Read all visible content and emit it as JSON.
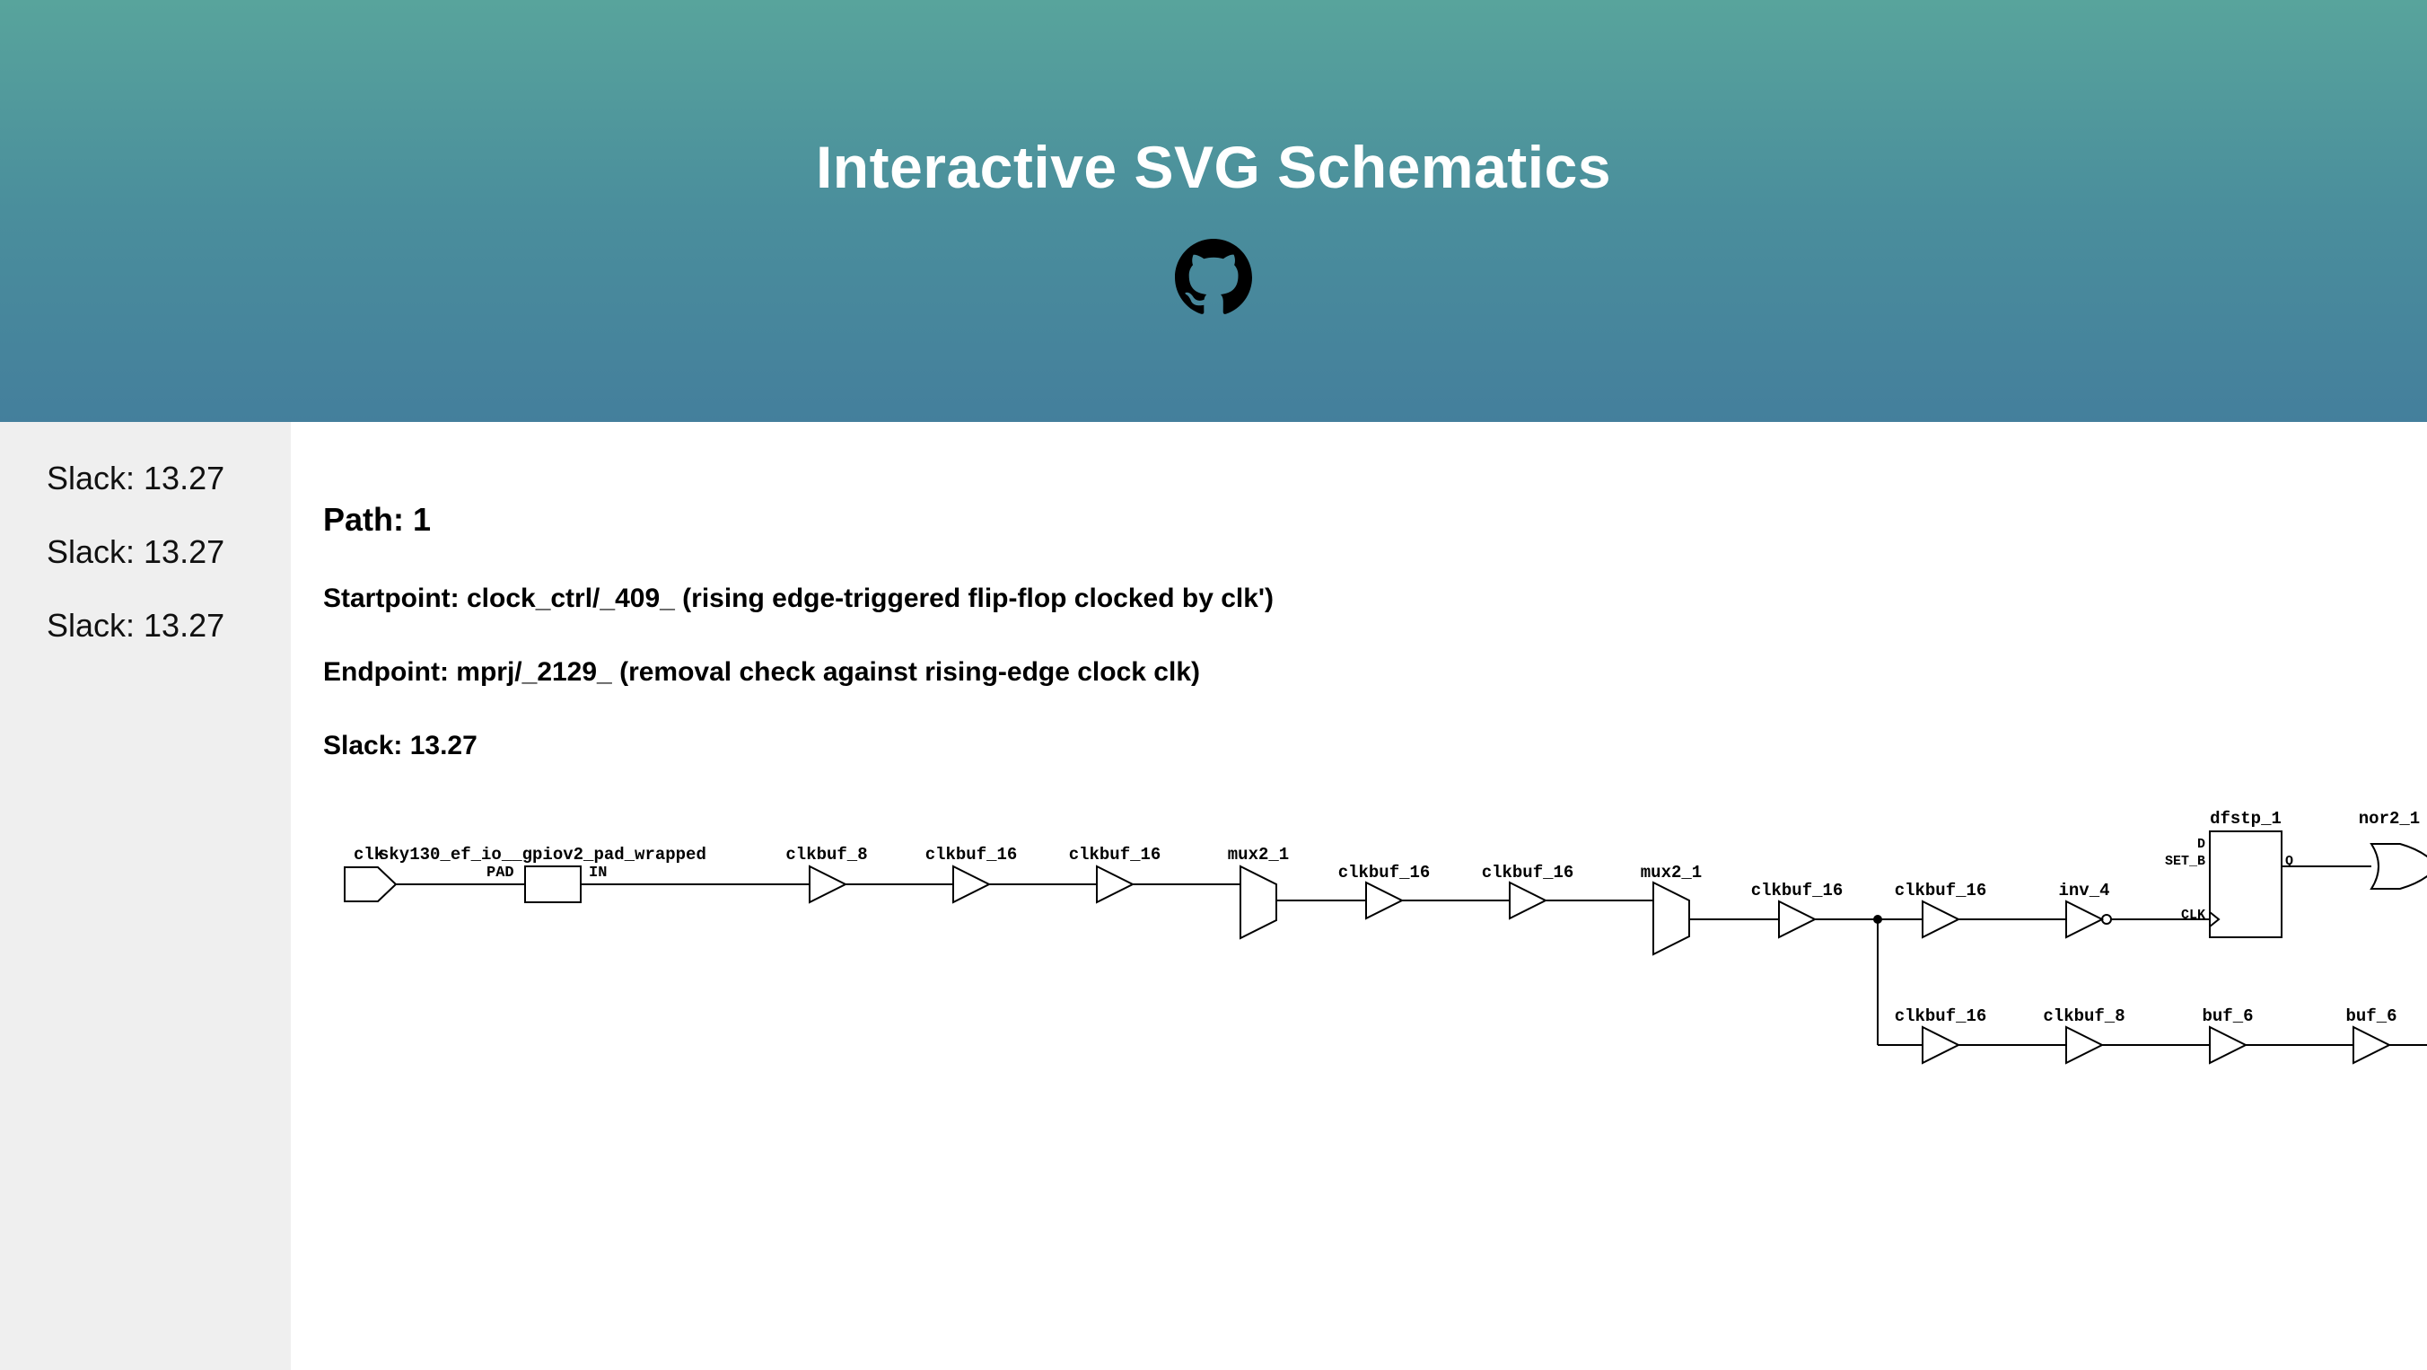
{
  "header": {
    "title": "Interactive SVG Schematics",
    "github_icon": "github-icon"
  },
  "sidebar": {
    "items": [
      {
        "label": "Slack: 13.27"
      },
      {
        "label": "Slack: 13.27"
      },
      {
        "label": "Slack: 13.27"
      }
    ]
  },
  "path": {
    "title": "Path: 1",
    "startpoint": "Startpoint: clock_ctrl/_409_ (rising edge-triggered flip-flop clocked by clk')",
    "endpoint": "Endpoint: mprj/_2129_ (removal check against rising-edge clock clk)",
    "slack": "Slack: 13.27"
  },
  "schematic": {
    "input_port": "clk",
    "pad_cell": "sky130_ef_io__gpiov2_pad_wrapped",
    "pad_pin": "PAD",
    "in_pin": "IN",
    "top_row": [
      "clkbuf_8",
      "clkbuf_16",
      "clkbuf_16",
      "mux2_1",
      "clkbuf_16",
      "clkbuf_16",
      "mux2_1",
      "clkbuf_16"
    ],
    "branch_upper": [
      "clkbuf_16",
      "inv_4"
    ],
    "branch_lower": [
      "clkbuf_16",
      "clkbuf_8",
      "buf_6",
      "buf_6"
    ],
    "flop": {
      "name": "dfstp_1",
      "pin_d": "D",
      "pin_set": "SET_B",
      "pin_clk": "CLK",
      "pin_q": "Q"
    },
    "gate": "nor2_1"
  },
  "colors": {
    "header_top": "#58a49c",
    "header_bottom": "#447f9c",
    "sidebar_bg": "#efefef"
  }
}
